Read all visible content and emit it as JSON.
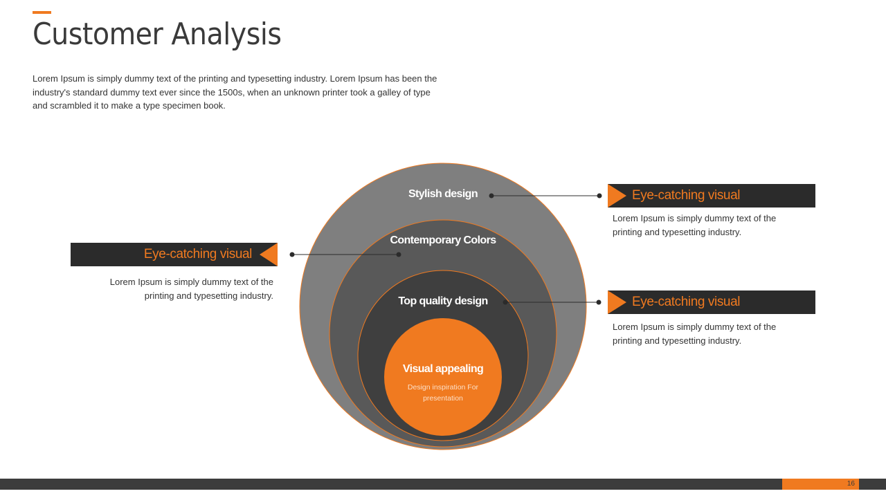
{
  "slide": {
    "title": "Customer Analysis",
    "intro": "Lorem Ipsum is simply dummy text of the printing and typesetting industry. Lorem Ipsum has been the industry's standard dummy text ever since the 1500s, when an unknown printer took a galley of type and scrambled it to make a type specimen book.",
    "page_number": "16"
  },
  "diagram": {
    "rings": [
      {
        "label": "Stylish design"
      },
      {
        "label": "Contemporary Colors"
      },
      {
        "label": "Top quality design"
      }
    ],
    "core": {
      "title": "Visual appealing",
      "subtitle": "Design inspiration For presentation"
    }
  },
  "callouts": [
    {
      "title": "Eye-catching visual",
      "text": "Lorem Ipsum is simply dummy text of the printing and typesetting industry."
    },
    {
      "title": "Eye-catching visual",
      "text": "Lorem Ipsum is simply dummy text of the printing and typesetting industry."
    },
    {
      "title": "Eye-catching visual",
      "text": "Lorem Ipsum is simply dummy text of the printing and typesetting industry."
    }
  ],
  "colors": {
    "accent": "#f07a20",
    "ring_outer": "#7f7f7f",
    "ring_middle": "#595959",
    "ring_inner": "#3f3f3f",
    "banner_dark": "#2b2b2b"
  }
}
